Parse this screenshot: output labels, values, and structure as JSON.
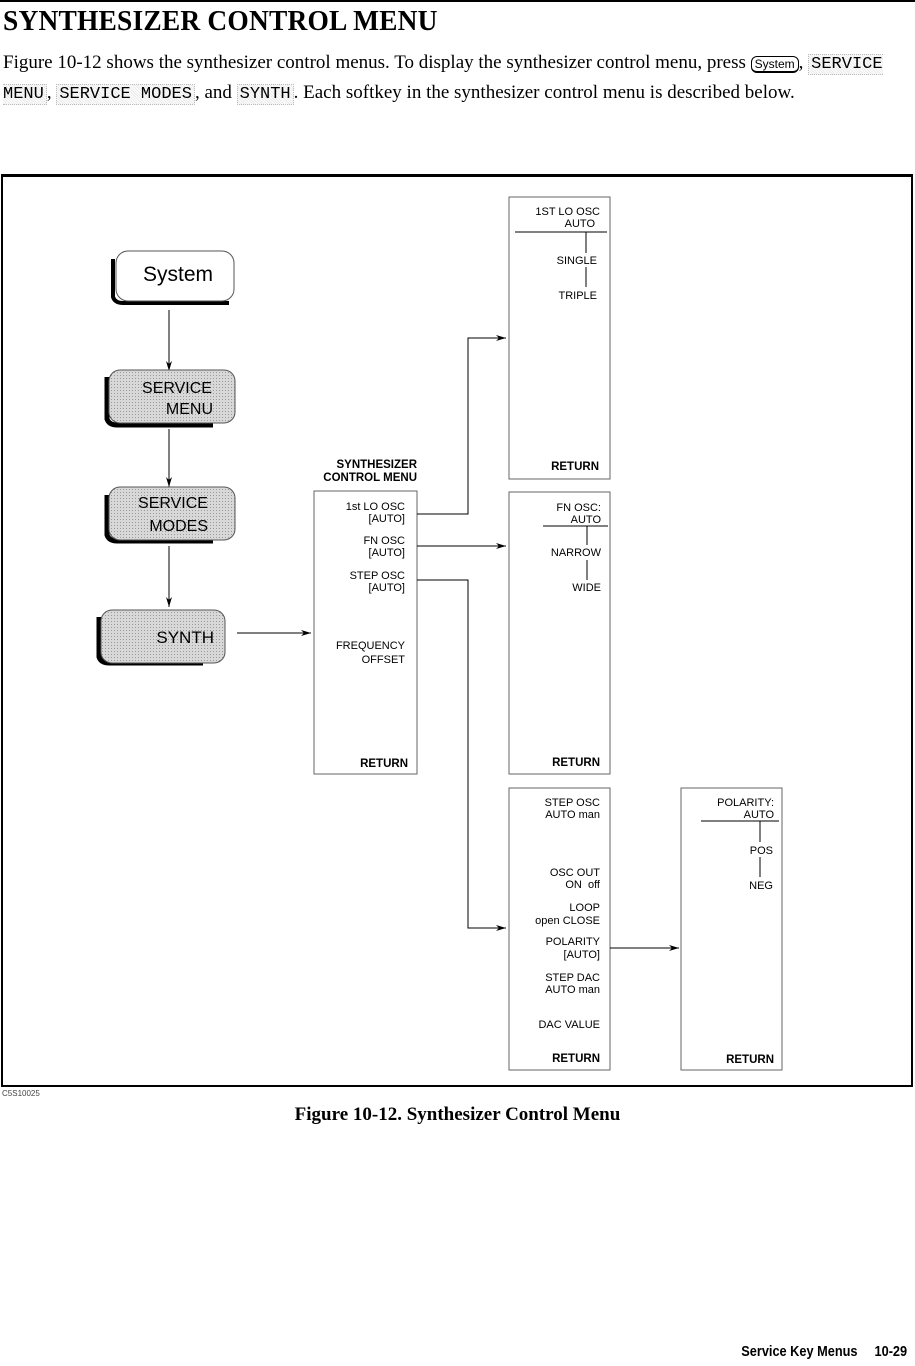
{
  "page": {
    "title": "SYNTHESIZER CONTROL MENU",
    "intro": {
      "part1": "Figure 10-12 shows the synthesizer control menus. To display the synthesizer control menu, press ",
      "hardkey": "System",
      "sep1": ", ",
      "softkey1": "SERVICE MENU",
      "sep2": ", ",
      "softkey2": "SERVICE MODES",
      "sep3": ", and ",
      "softkey3": "SYNTH",
      "part2": ". Each softkey in the synthesizer control menu is described below."
    },
    "figure_id": "C5S10025",
    "caption": "Figure 10-12. Synthesizer Control Menu",
    "footer": {
      "section": "Service Key Menus",
      "page": "10-29"
    }
  },
  "diagram": {
    "keys": {
      "system": "System",
      "service_menu": [
        "SERVICE",
        "MENU"
      ],
      "service_modes": [
        "SERVICE",
        "MODES"
      ],
      "synth": "SYNTH"
    },
    "main_menu": {
      "heading": [
        "SYNTHESIZER",
        "CONTROL MENU"
      ],
      "items": [
        [
          "1st LO OSC",
          "[AUTO]"
        ],
        [
          "FN OSC",
          "[AUTO]"
        ],
        [
          "STEP OSC",
          "[AUTO]"
        ],
        [
          "FREQUENCY",
          "OFFSET"
        ]
      ],
      "return": "RETURN"
    },
    "lo_menu": {
      "header": [
        "1ST LO OSC",
        "AUTO"
      ],
      "options": [
        "SINGLE",
        "TRIPLE"
      ],
      "return": "RETURN"
    },
    "fn_menu": {
      "header": [
        "FN OSC:",
        "AUTO"
      ],
      "options": [
        "NARROW",
        "WIDE"
      ],
      "return": "RETURN"
    },
    "step_menu": {
      "items": [
        [
          "STEP OSC",
          "AUTO man"
        ],
        [
          "OSC OUT",
          "ON  off"
        ],
        [
          "LOOP",
          "open CLOSE"
        ],
        [
          "POLARITY",
          "[AUTO]"
        ],
        [
          "STEP DAC",
          "AUTO man"
        ],
        [
          "DAC VALUE"
        ]
      ],
      "return": "RETURN"
    },
    "polarity_menu": {
      "header": [
        "POLARITY:",
        "AUTO"
      ],
      "options": [
        "POS",
        "NEG"
      ],
      "return": "RETURN"
    }
  }
}
